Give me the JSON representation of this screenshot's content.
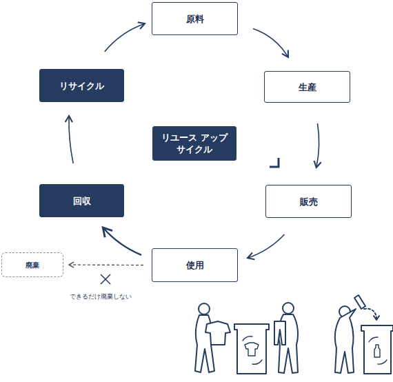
{
  "diagram": {
    "nodes": [
      {
        "text": [
          "原料"
        ]
      },
      {
        "text": [
          "生産"
        ]
      },
      {
        "text": [
          "販売"
        ]
      },
      {
        "text": [
          "使用"
        ]
      },
      {
        "text": [
          "回収"
        ]
      },
      {
        "text": [
          "リサイクル"
        ]
      },
      {
        "text": [
          "リユース アップサイクル"
        ]
      },
      {
        "text": [
          "廃棄"
        ]
      }
    ],
    "edges": [
      {
        "from": 0,
        "to": 1,
        "arrow": "to"
      },
      {
        "from": 1,
        "to": 2,
        "arrow": "to"
      },
      {
        "from": 2,
        "to": 3,
        "arrow": "to"
      },
      {
        "from": 3,
        "to": 4,
        "arrow": "to"
      },
      {
        "from": 4,
        "to": 5,
        "arrow": "to"
      },
      {
        "from": 5,
        "to": 0,
        "arrow": "to"
      },
      {
        "from": 3,
        "to": 7,
        "arrow": "to"
      }
    ],
    "labels": [
      "できるだけ廃棄しない"
    ]
  }
}
